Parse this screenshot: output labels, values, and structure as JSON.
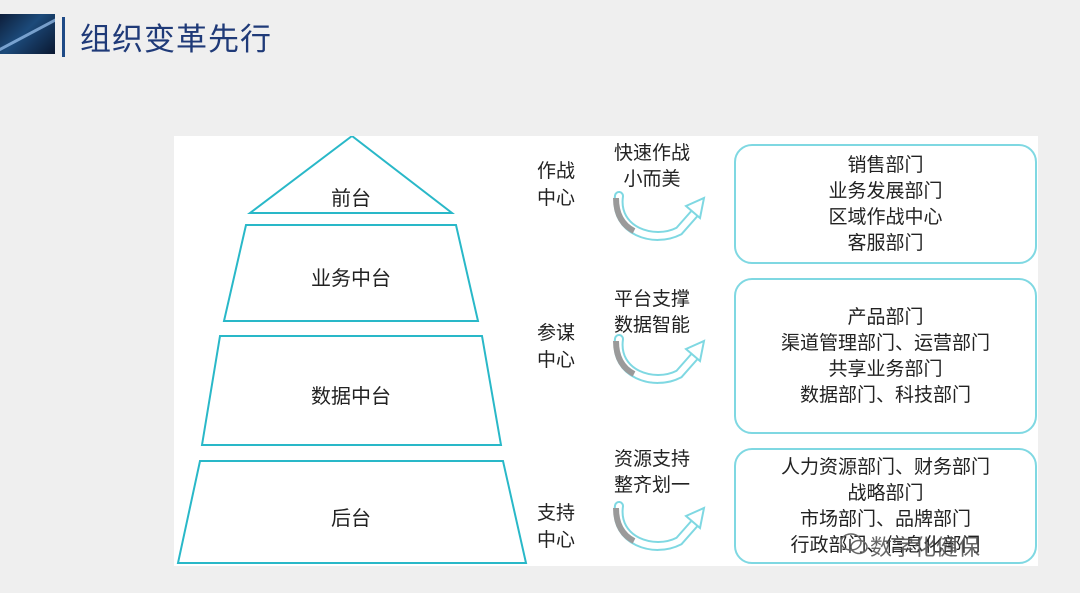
{
  "title": "组织变革先行",
  "pyramid": {
    "levels": [
      {
        "label": "前台"
      },
      {
        "label": "业务中台"
      },
      {
        "label": "数据中台"
      },
      {
        "label": "后台"
      }
    ]
  },
  "rows": [
    {
      "center": [
        "作战",
        "中心"
      ],
      "strategy": [
        "快速作战",
        "小而美"
      ],
      "departments": [
        "销售部门",
        "业务发展部门",
        "区域作战中心",
        "客服部门"
      ]
    },
    {
      "center": [
        "参谋",
        "中心"
      ],
      "strategy": [
        "平台支撑",
        "数据智能"
      ],
      "departments": [
        "产品部门",
        "渠道管理部门、运营部门",
        "共享业务部门",
        "数据部门、科技部门"
      ]
    },
    {
      "center": [
        "支持",
        "中心"
      ],
      "strategy": [
        "资源支持",
        "整齐划一"
      ],
      "departments": [
        "人力资源部门、财务部门",
        "战略部门",
        "市场部门、品牌部门",
        "行政部门、信息化部门"
      ]
    }
  ],
  "watermark": "数字化健保",
  "colors": {
    "box_border": "#7fd8e2",
    "arrow": "#7fd8e2",
    "title": "#1f3a78"
  }
}
